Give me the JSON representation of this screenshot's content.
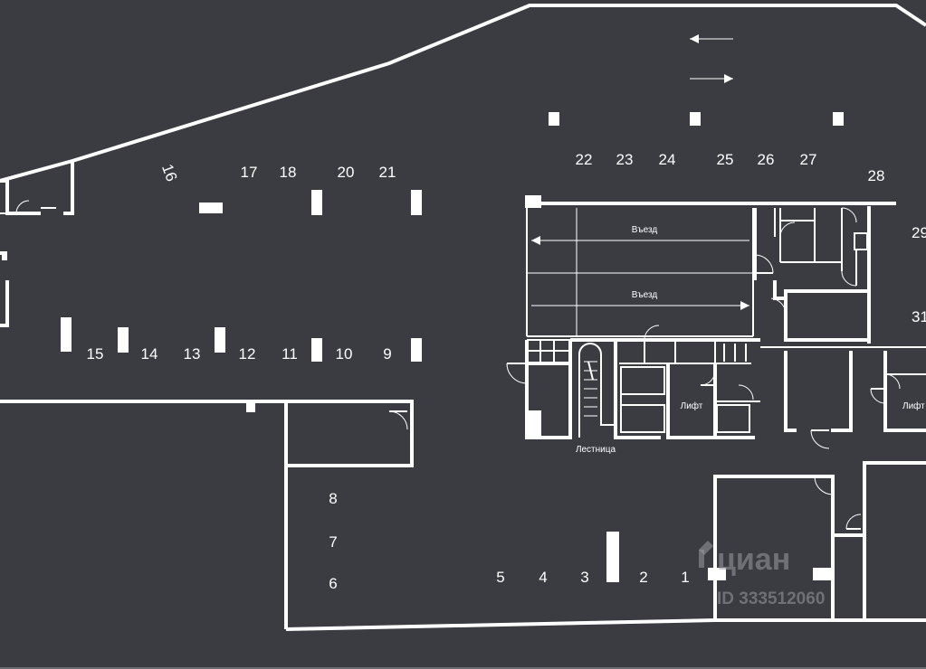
{
  "labels": {
    "entry_top": "Въезд",
    "entry_bottom": "Въезд",
    "lift_left": "Лифт",
    "lift_right": "Лифт",
    "stairs": "Лестница"
  },
  "watermark": {
    "brand": "циан",
    "id_text": "ID 333512060"
  },
  "spaces": [
    "1",
    "2",
    "3",
    "4",
    "5",
    "6",
    "7",
    "8",
    "9",
    "10",
    "11",
    "12",
    "13",
    "14",
    "15",
    "16",
    "17",
    "18",
    "20",
    "21",
    "22",
    "23",
    "24",
    "25",
    "26",
    "27",
    "28",
    "29",
    "31"
  ],
  "colors": {
    "background": "#3b3c42",
    "lines": "#ffffff",
    "watermark": "#9a9ba2"
  }
}
